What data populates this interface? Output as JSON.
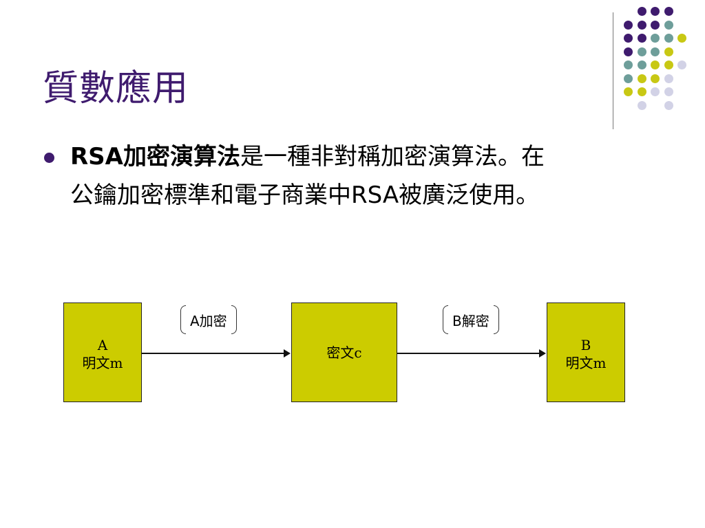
{
  "title": "質數應用",
  "bullet": {
    "bold_part": "RSA加密演算法",
    "rest_line1": "是一種非對稱加密演算法。在",
    "line2": "公鑰加密標準和電子商業中RSA被廣泛使用。"
  },
  "diagram": {
    "box_a": {
      "line1": "A",
      "line2": "明文m"
    },
    "box_c": {
      "line1": "密文c"
    },
    "box_b": {
      "line1": "B",
      "line2": "明文m"
    },
    "label_encrypt": "A加密",
    "label_decrypt": "B解密"
  },
  "colors": {
    "title": "#3f1b6e",
    "box_fill": "#cccc00",
    "dot_purple": "#3f1b6e",
    "dot_teal": "#6e9e9a",
    "dot_yellow": "#c8c814",
    "dot_lavender": "#d2d2e6"
  }
}
